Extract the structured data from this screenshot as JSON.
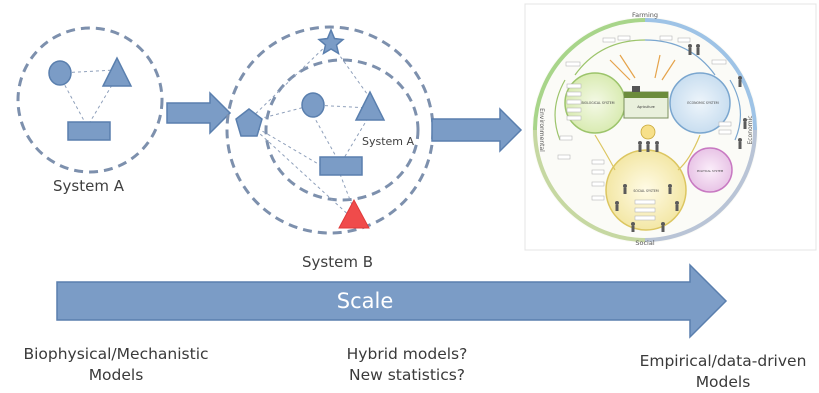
{
  "labels": {
    "system_a": "System A",
    "system_a_inner": "System A",
    "system_b": "System B",
    "scale": "Scale"
  },
  "bottom": {
    "left_line1": "Biophysical/Mechanistic",
    "left_line2": "Models",
    "mid_line1": "Hybrid models?",
    "mid_line2": "New statistics?",
    "right_line1": "Empirical/data-driven",
    "right_line2": "Models"
  },
  "framework": {
    "top": "Farming",
    "left": "Environmental",
    "right": "Economic",
    "bottom": "Social",
    "biological": "BIOLOGICAL SYSTEM",
    "economic": "ECONOMIC SYSTEM",
    "social": "SOCIAL SYSTEM",
    "political": "POLITICAL SYSTEM",
    "agriculture": "Agriculture"
  },
  "colors": {
    "shape_fill": "#7b9cc6",
    "shape_stroke": "#5a7fae",
    "dash": "#7d90ad",
    "arrow": "#7b9cc6",
    "red_triangle": "#f04b4b"
  }
}
